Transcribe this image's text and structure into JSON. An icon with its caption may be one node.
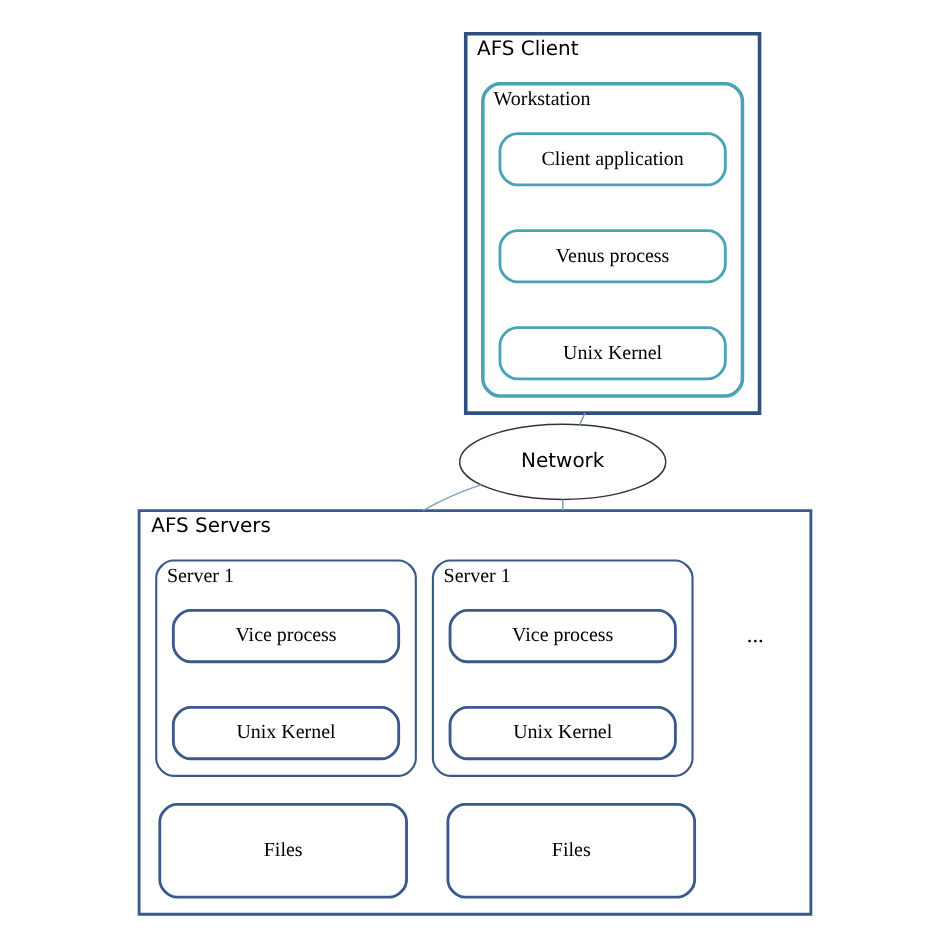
{
  "diagram": {
    "nodes": [
      {
        "text": [
          "AFS Client"
        ]
      },
      {
        "text": [
          "Workstation"
        ],
        "in": 0
      },
      {
        "text": [
          "Client application"
        ],
        "in": 1
      },
      {
        "text": [
          "Venus process"
        ],
        "in": 1
      },
      {
        "text": [
          "Unix Kernel"
        ],
        "in": 1
      },
      {
        "text": [
          "Network"
        ]
      },
      {
        "text": [
          "AFS Servers"
        ]
      },
      {
        "text": [
          "Server 1"
        ],
        "in": 6
      },
      {
        "text": [
          "Vice process"
        ],
        "in": 7
      },
      {
        "text": [
          "Unix Kernel"
        ],
        "in": 7
      },
      {
        "text": [
          "Files"
        ],
        "in": 6
      },
      {
        "text": [
          "Server 1"
        ],
        "in": 6
      },
      {
        "text": [
          "Vice process"
        ],
        "in": 11
      },
      {
        "text": [
          "Unix Kernel"
        ],
        "in": 11
      },
      {
        "text": [
          "Files"
        ],
        "in": 6
      }
    ],
    "edges": [
      {
        "from": 0,
        "to": 5,
        "arrow": "none"
      },
      {
        "from": 5,
        "to": 6,
        "arrow": "none"
      },
      {
        "from": 5,
        "to": 6,
        "arrow": "none"
      }
    ],
    "labels": [
      "..."
    ]
  }
}
